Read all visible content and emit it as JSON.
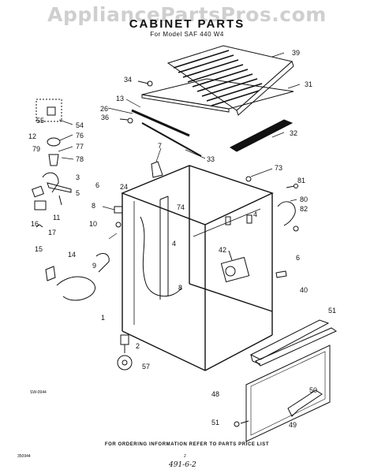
{
  "watermark": "AppliancePartsPros.com",
  "title": "CABINET PARTS",
  "subtitle": "For Model SAF 440 W4",
  "drawing_code": "SW-0944",
  "footer": "FOR ORDERING INFORMATION REFER TO PARTS PRICE LIST",
  "page_code": "350944",
  "page_number": "2",
  "handwritten_note": "491-6-2",
  "callouts": [
    "39",
    "34",
    "31",
    "13",
    "26",
    "36",
    "32",
    "55",
    "54",
    "12",
    "76",
    "77",
    "79",
    "78",
    "7",
    "33",
    "73",
    "3",
    "24",
    "81",
    "6",
    "5",
    "80",
    "74",
    "82",
    "8",
    "4",
    "16",
    "11",
    "17",
    "10",
    "15",
    "14",
    "9",
    "42",
    "6",
    "4",
    "8",
    "1",
    "40",
    "51",
    "2",
    "57",
    "48",
    "50",
    "51",
    "49"
  ]
}
